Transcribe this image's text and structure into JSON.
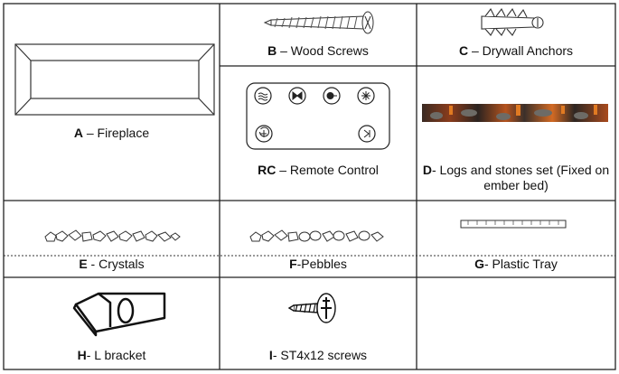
{
  "parts": {
    "A": {
      "code": "A",
      "name": " – Fireplace"
    },
    "B": {
      "code": "B",
      "name": " – Wood Screws"
    },
    "C": {
      "code": "C",
      "name": " – Drywall Anchors"
    },
    "RC": {
      "code": "RC",
      "name": " – Remote Control"
    },
    "D": {
      "code": "D",
      "name": "- Logs and stones set (Fixed on ember bed)"
    },
    "E": {
      "code": "E",
      "name": " - Crystals"
    },
    "F": {
      "code": "F",
      "name": "-Pebbles"
    },
    "G": {
      "code": "G",
      "name": "- Plastic Tray"
    },
    "H": {
      "code": "H",
      "name": "- L bracket"
    },
    "I": {
      "code": "I",
      "name": "- ST4x12 screws"
    }
  }
}
